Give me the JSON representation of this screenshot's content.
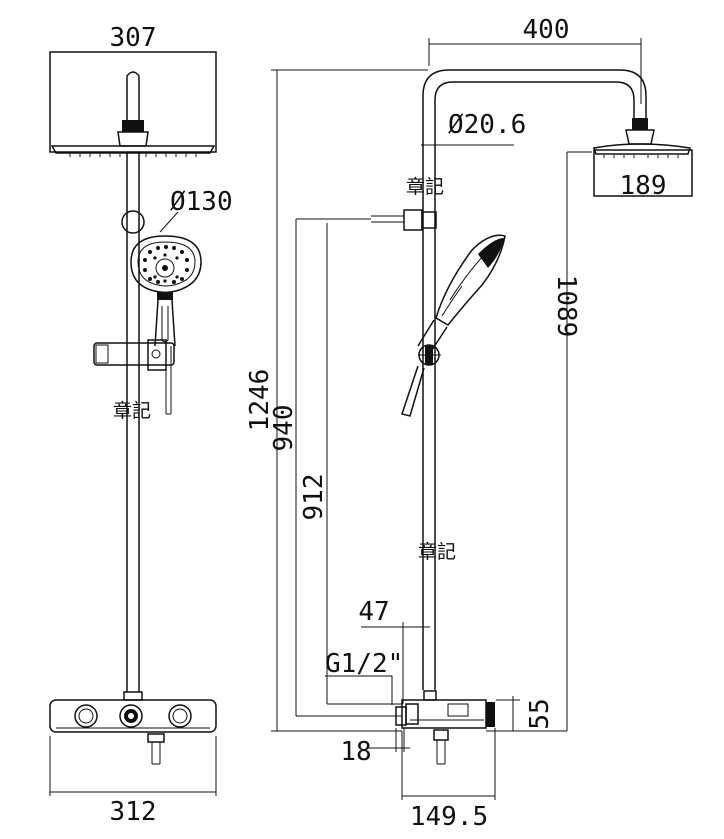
{
  "dimensions": {
    "head_width": "307",
    "arm_length": "400",
    "pipe_diameter": "Ø20.6",
    "hand_shower_diameter": "Ø130",
    "head_diameter": "189",
    "total_height": "1246",
    "slider_height": "940",
    "bracket_height": "912",
    "overhead_height": "1089",
    "offset_47": "47",
    "thread": "G1/2\"",
    "depth_18": "18",
    "body_depth": "149.5",
    "body_height": "55",
    "body_width": "312"
  },
  "stamps": {
    "stamp_1": "章記",
    "stamp_2": "章記",
    "stamp_3": "章記"
  }
}
